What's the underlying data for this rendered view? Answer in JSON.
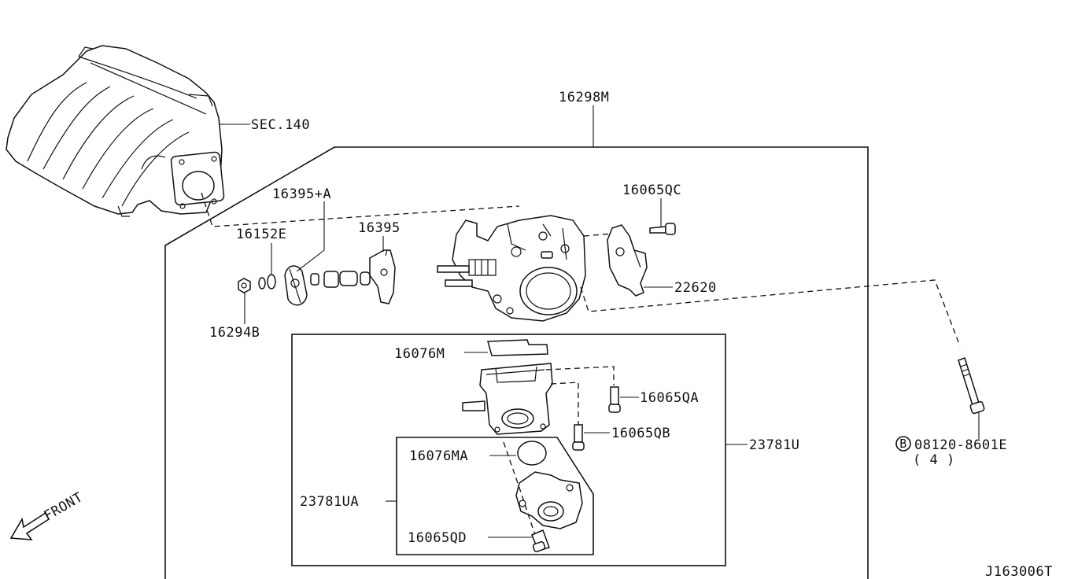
{
  "diagram_id": "J163006T",
  "section_ref": "SEC.140",
  "front_label": "FRONT",
  "callouts": {
    "assembly": "16298M",
    "p16395a": "16395+A",
    "p16152e": "16152E",
    "p16395": "16395",
    "p16294b": "16294B",
    "p16065qc": "16065QC",
    "p22620": "22620",
    "p16076m": "16076M",
    "p16065qa": "16065QA",
    "p16065qb": "16065QB",
    "p23781u": "23781U",
    "p16076ma": "16076MA",
    "p23781ua": "23781UA",
    "p16065qd": "16065QD",
    "bolt_circle": "B",
    "bolt_part": "08120-8601E",
    "bolt_qty": "( 4 )"
  }
}
